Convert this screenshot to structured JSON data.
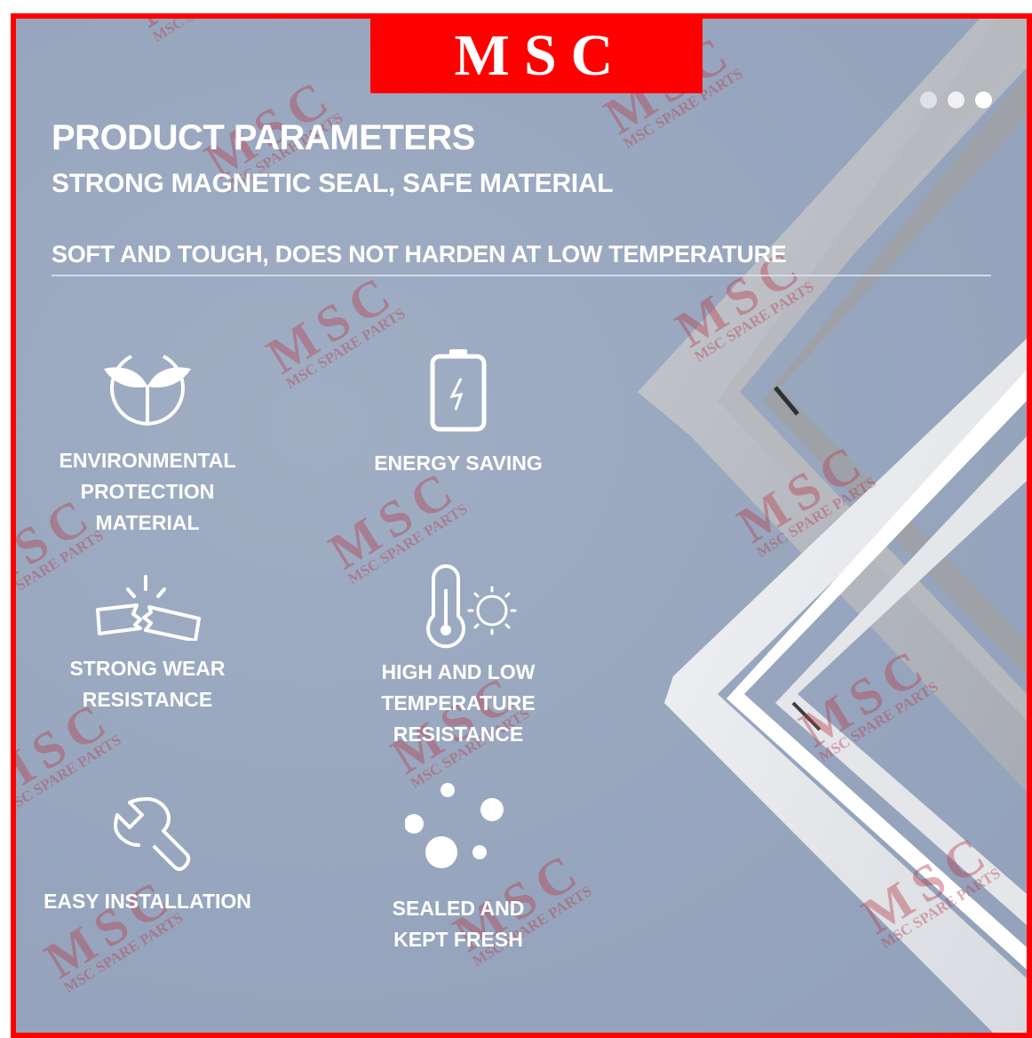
{
  "brand": {
    "logo_text": "MSC",
    "logo_color": "#ff0000",
    "frame_color": "#ff0000",
    "background_color": "#9aa9c0"
  },
  "carousel": {
    "dots": 3,
    "active_index": 2
  },
  "header": {
    "title": "PRODUCT PARAMETERS",
    "subtitle": "STRONG MAGNETIC SEAL, SAFE MATERIAL",
    "tagline": "SOFT AND TOUGH, DOES NOT HARDEN AT LOW TEMPERATURE"
  },
  "features": [
    {
      "icon": "leaf-circle-icon",
      "label": "ENVIRONMENTAL\nPROTECTION\nMATERIAL"
    },
    {
      "icon": "battery-charging-icon",
      "label": "ENERGY SAVING"
    },
    {
      "icon": "broken-piece-icon",
      "label": "STRONG WEAR\nRESISTANCE"
    },
    {
      "icon": "thermometer-sun-icon",
      "label": "HIGH AND LOW\nTEMPERATURE\nRESISTANCE"
    },
    {
      "icon": "wrench-icon",
      "label": "EASY INSTALLATION"
    },
    {
      "icon": "bubbles-icon",
      "label": "SEALED AND\nKEPT FRESH"
    }
  ],
  "watermark": {
    "main": "MSC",
    "sub": "MSC SPARE PARTS",
    "color": "#b5404f"
  }
}
